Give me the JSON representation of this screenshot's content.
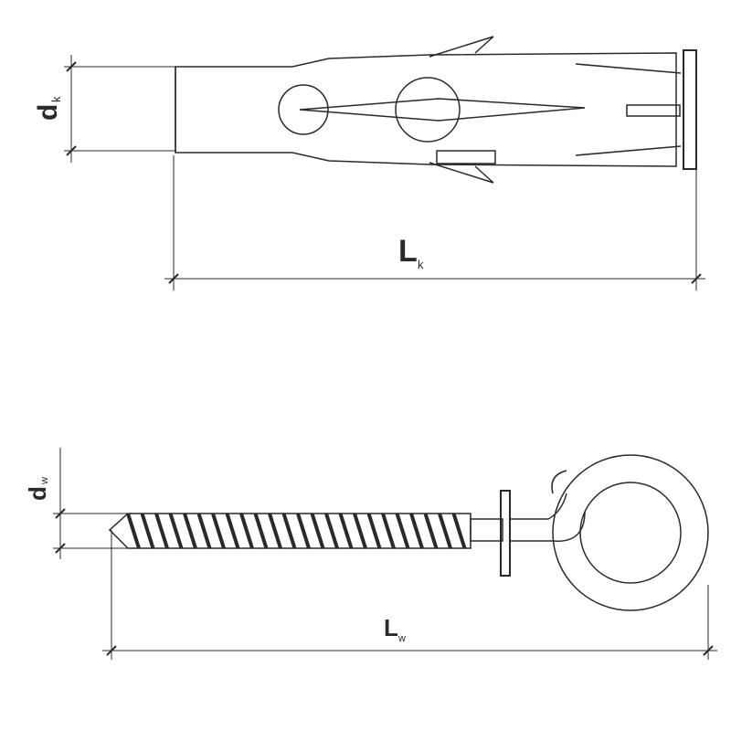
{
  "plug": {
    "diameter_label": "d",
    "diameter_sub": "k",
    "length_label": "L",
    "length_sub": "k"
  },
  "hook": {
    "diameter_label": "d",
    "diameter_sub": "w",
    "length_label": "L",
    "length_sub": "w"
  },
  "colors": {
    "line": "#2a2a2a",
    "background": "#ffffff"
  }
}
